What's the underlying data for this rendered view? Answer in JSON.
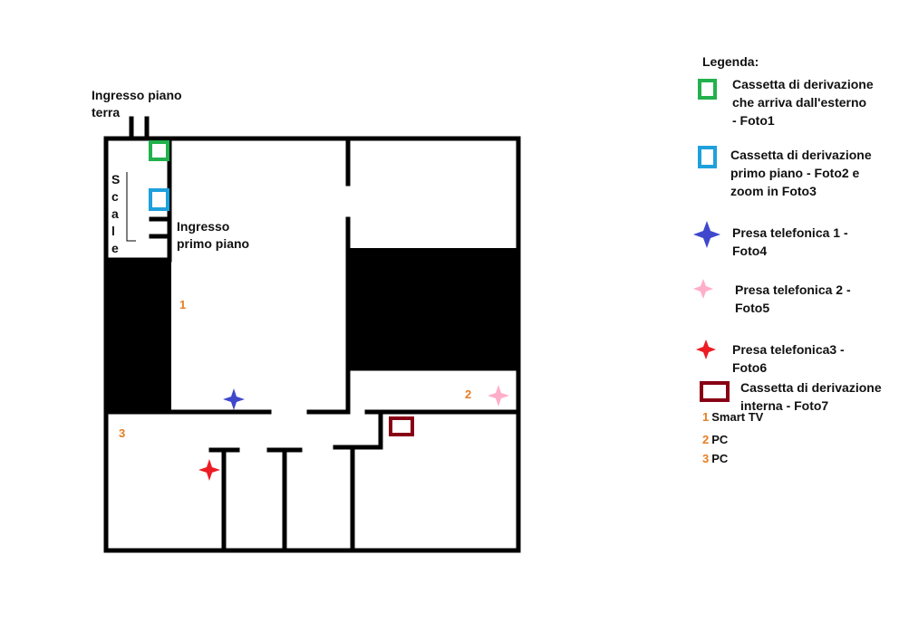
{
  "labels": {
    "ground_entrance": "Ingresso piano\nterra",
    "first_floor_entrance": "Ingresso\nprimo piano",
    "stairs": [
      "S",
      "c",
      "a",
      "l",
      "e"
    ]
  },
  "room_numbers": [
    "1",
    "2",
    "3"
  ],
  "legend": {
    "title": "Legenda:",
    "items": [
      {
        "icon": "green-box-icon",
        "color": "#22b14c",
        "text": "Cassetta di derivazione\nche arriva dall'esterno\n- Foto1"
      },
      {
        "icon": "blue-box-icon",
        "color": "#1ea0dc",
        "text": "Cassetta di derivazione\nprimo piano - Foto2 e\nzoom in Foto3"
      },
      {
        "icon": "blue-star-icon",
        "color": "#3f48cc",
        "text": "Presa telefonica 1 -\nFoto4"
      },
      {
        "icon": "pink-star-icon",
        "color": "#ffaec9",
        "text": "Presa telefonica 2 -\nFoto5"
      },
      {
        "icon": "red-star-icon",
        "color": "#ed1c24",
        "text": "Presa telefonica3 -\nFoto6"
      },
      {
        "icon": "darkred-box-icon",
        "color": "#880015",
        "text": "Cassetta di derivazione\ninterna - Foto7"
      }
    ],
    "devices": [
      {
        "num": "1",
        "name": "Smart TV"
      },
      {
        "num": "2",
        "name": "PC"
      },
      {
        "num": "3",
        "name": "PC"
      }
    ]
  }
}
